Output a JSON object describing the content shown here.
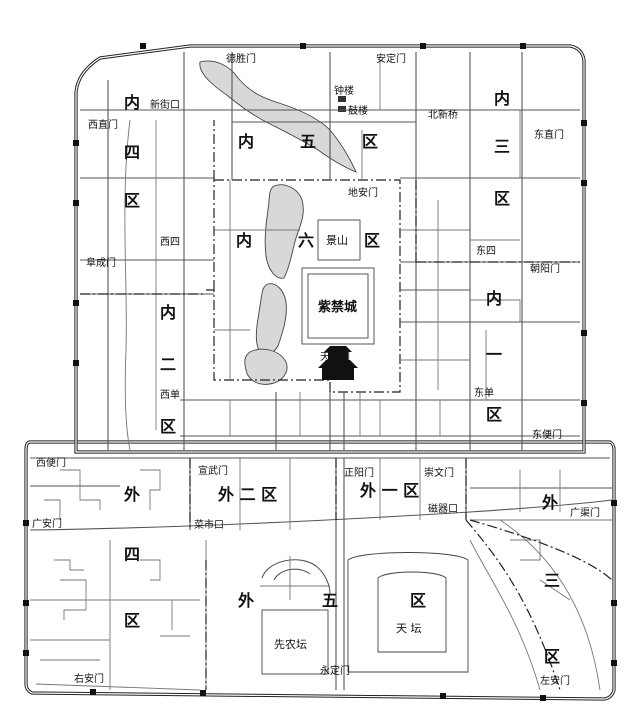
{
  "districts": {
    "inner_one": [
      "内",
      "一",
      "区"
    ],
    "inner_two": [
      "内",
      "二",
      "区"
    ],
    "inner_three": [
      "内",
      "三",
      "区"
    ],
    "inner_four": [
      "内",
      "四",
      "区"
    ],
    "inner_five": [
      "内",
      "五",
      "区"
    ],
    "inner_six": [
      "内",
      "六",
      "区"
    ],
    "outer_one": "外 一 区",
    "outer_two": "外 二 区",
    "outer_three": [
      "外",
      "三",
      "区"
    ],
    "outer_four": [
      "外",
      "四",
      "区"
    ],
    "outer_five": [
      "外",
      "五",
      "区"
    ]
  },
  "gates": {
    "deshengmen": "德胜门",
    "andingmen": "安定门",
    "xizhimen": "西直门",
    "dongzhimen": "东直门",
    "fuchengmen": "阜成门",
    "chaoyangmen": "朝阳门",
    "xibianmen": "西便门",
    "dongbianmen": "东便门",
    "xuanwumen": "宣武门",
    "zhengyangmen": "正阳门",
    "chongwenmen": "崇文门",
    "guanganmen": "广安门",
    "guangqumen": "广渠门",
    "youanmen": "右安门",
    "yongdingmen": "永定门",
    "zuoanmen": "左安门",
    "tiananmen": "天安门",
    "dianmen": "地安门"
  },
  "places": {
    "zhonglou": "钟楼",
    "gulou": "鼓楼",
    "xinjiekou": "新街口",
    "beixinqiao": "北新桥",
    "jingshan": "景山",
    "forbidden_city": "紫禁城",
    "xisi": "西四",
    "dongsi": "东四",
    "xidan": "西单",
    "dongdan": "东单",
    "caishikou": "菜市口",
    "ciqikou": "磁器口",
    "xiannongtan": "先农坛",
    "tiantan": "天 坛"
  }
}
